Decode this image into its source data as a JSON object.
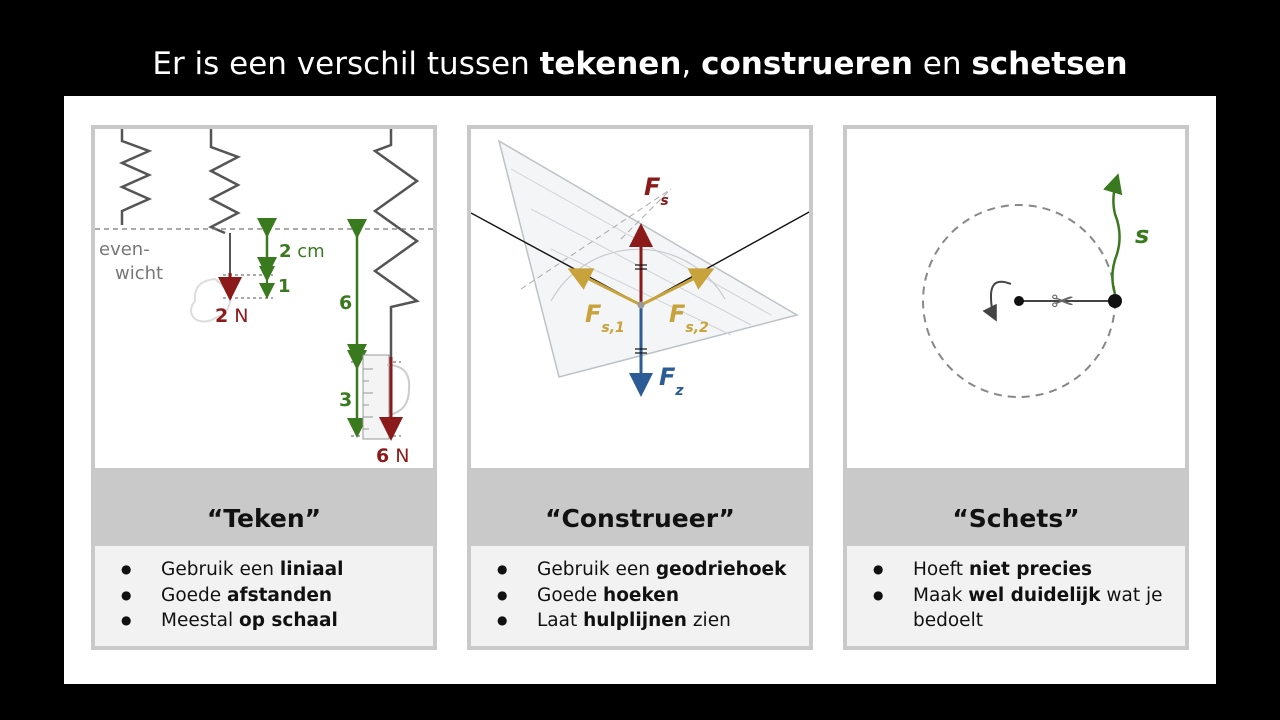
{
  "title": {
    "t1": "Er is een verschil tussen ",
    "b1": "tekenen",
    "t2": ", ",
    "b2": "construeren",
    "t3": " en ",
    "b3": "schetsen"
  },
  "panels": [
    {
      "caption": "“Teken”",
      "bullets": [
        {
          "pre": "Gebruik een ",
          "bold": "liniaal",
          "post": ""
        },
        {
          "pre": "Goede ",
          "bold": "afstanden",
          "post": ""
        },
        {
          "pre": "Meestal ",
          "bold": "op schaal",
          "post": ""
        }
      ],
      "figure": {
        "evenwicht_line1": "even-",
        "evenwicht_line2": "wicht",
        "dist_2": "2",
        "dist_cm": " cm",
        "dist_1": "1",
        "force_2": "2",
        "force_2_unit": " N",
        "dist_6": "6",
        "dist_3": "3",
        "force_6": "6",
        "force_6_unit": " N"
      }
    },
    {
      "caption": "“Construeer”",
      "bullets": [
        {
          "pre": "Gebruik een ",
          "bold": "geodriehoek",
          "post": ""
        },
        {
          "pre": "Goede ",
          "bold": "hoeken",
          "post": ""
        },
        {
          "pre": "Laat ",
          "bold": "hulplijnen",
          "post": " zien"
        }
      ],
      "figure": {
        "fs": "F",
        "fs_sub": "s",
        "fs1": "F",
        "fs1_sub": "s,1",
        "fs2": "F",
        "fs2_sub": "s,2",
        "fz": "F",
        "fz_sub": "z"
      }
    },
    {
      "caption": "“Schets”",
      "bullets": [
        {
          "pre": "Hoeft ",
          "bold": "niet precies",
          "post": ""
        },
        {
          "pre": "Maak ",
          "bold": "wel duidelijk",
          "post": " wat je bedoelt"
        }
      ],
      "figure": {
        "s_label": "s"
      }
    }
  ],
  "colors": {
    "red": "#8b1a1a",
    "green": "#3a7a1e",
    "gold": "#c8a23a",
    "blue": "#2b5c96",
    "spring": "#555555"
  }
}
